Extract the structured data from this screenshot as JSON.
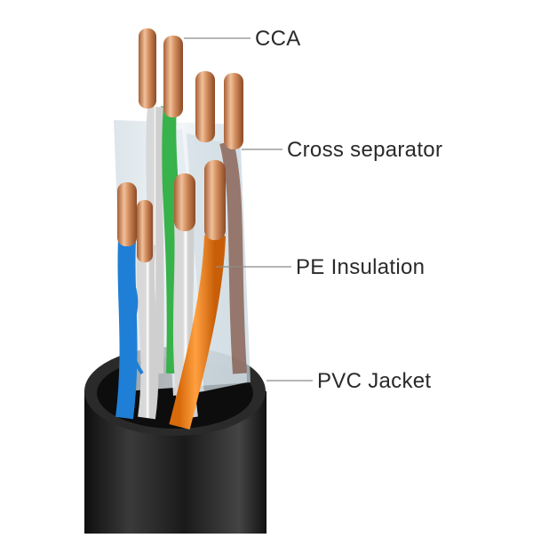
{
  "labels": {
    "cca": "CCA",
    "cross_separator": "Cross separator",
    "pe_insulation": "PE Insulation",
    "pvc_jacket": "PVC Jacket"
  },
  "colors": {
    "jacket": "#1f1f1f",
    "conductor": "#c98a5c",
    "orange_wire": "#f28a1e",
    "blue_wire": "#1f7fd6",
    "green_wire": "#38b24a",
    "brown_wire": "#7a4a3a",
    "separator": "#d9e4ea",
    "leader_line": "#8a8a8a"
  }
}
